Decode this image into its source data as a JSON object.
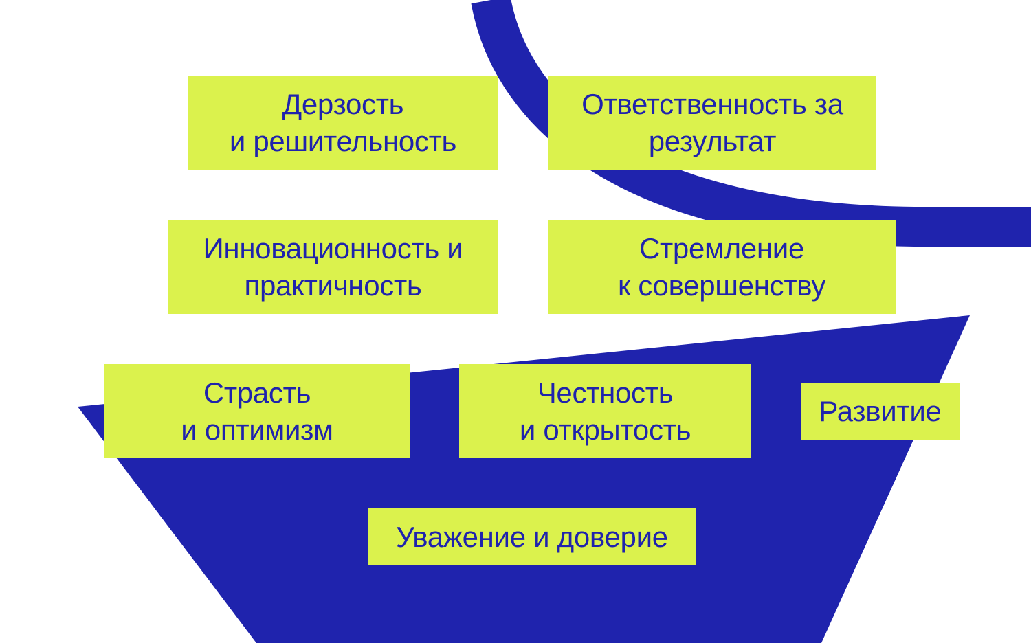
{
  "colors": {
    "background": "#ffffff",
    "shape": "#1f23ad",
    "card": "#dbf24d",
    "text": "#1f23ad"
  },
  "values": [
    {
      "id": "daring",
      "lines": [
        "Дерзость",
        "и решительность"
      ]
    },
    {
      "id": "responsibility",
      "lines": [
        "Ответственность за",
        "результат"
      ]
    },
    {
      "id": "innovation",
      "lines": [
        "Инновационность и",
        "практичность"
      ]
    },
    {
      "id": "excellence",
      "lines": [
        "Стремление",
        "к совершенству"
      ]
    },
    {
      "id": "passion",
      "lines": [
        "Страсть",
        "и оптимизм"
      ]
    },
    {
      "id": "honesty",
      "lines": [
        "Честность",
        "и открытость"
      ]
    },
    {
      "id": "development",
      "lines": [
        "Развитие"
      ]
    },
    {
      "id": "respect",
      "lines": [
        "Уважение и доверие"
      ]
    }
  ]
}
